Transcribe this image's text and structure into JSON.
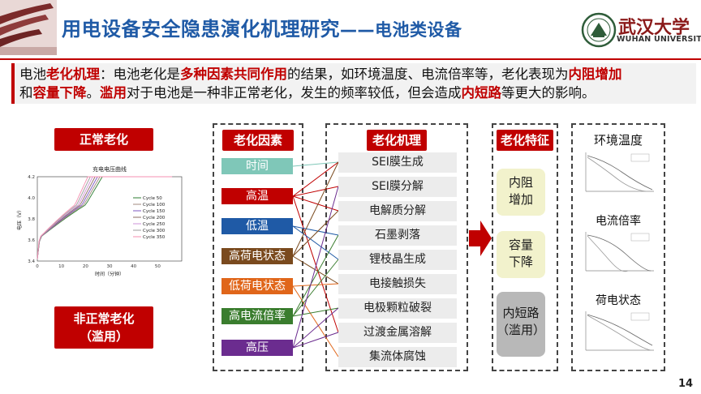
{
  "header": {
    "title_main": "用电设备安全隐患演化机理研究",
    "title_sub": "——电池类设备",
    "logo_cn": "武汉大学",
    "logo_en": "WUHAN UNIVERSITY"
  },
  "intro": {
    "p1": "电池",
    "p2": "老化机理",
    "p3": "：电池老化是",
    "p4": "多种因素共同作用",
    "p5": "的结果，如环境温度、电流倍率等，老化表现为",
    "p6": "内阻增加",
    "p7": "和",
    "p8": "容量下降",
    "p9": "。",
    "p10": "滥用",
    "p11": "对于电池是一种非正常老化，发生的频率较低，但会造成",
    "p12": "内短路",
    "p13": "等更大的影响。"
  },
  "labels": {
    "normal": "正常老化",
    "abnormal_1": "非正常老化",
    "abnormal_2": "（滥用）"
  },
  "chart_data": {
    "type": "line",
    "title": "充电电压曲线",
    "xlabel": "时间（分钟）",
    "ylabel": "电压（V）",
    "xlim": [
      0,
      60
    ],
    "ylim": [
      3.4,
      4.2
    ],
    "xticks": [
      "0",
      "10",
      "20",
      "30",
      "40",
      "50"
    ],
    "yticks": [
      "3.4",
      "3.6",
      "3.8",
      "4.0",
      "4.2"
    ],
    "legend_position": "right",
    "series": [
      {
        "name": "Cycle 50",
        "color": "#2e7d32",
        "end_x": 27
      },
      {
        "name": "Cycle 100",
        "color": "#a1887f",
        "end_x": 26
      },
      {
        "name": "Cycle 150",
        "color": "#7e57c2",
        "end_x": 25
      },
      {
        "name": "Cycle 200",
        "color": "#8d6e63",
        "end_x": 24
      },
      {
        "name": "Cycle 250",
        "color": "#ce93d8",
        "end_x": 23
      },
      {
        "name": "Cycle 300",
        "color": "#9e9e9e",
        "end_x": 22
      },
      {
        "name": "Cycle 350",
        "color": "#f48fb1",
        "end_x": 21
      }
    ]
  },
  "columns": {
    "factors_header": "老化因素",
    "mech_header": "老化机理",
    "feat_header": "老化特征",
    "effect_header": "环境温度"
  },
  "factors": [
    {
      "label": "时间",
      "color": "#7fc7b8"
    },
    {
      "label": "高温",
      "color": "#c00000"
    },
    {
      "label": "低温",
      "color": "#1f5aa6"
    },
    {
      "label": "高荷电状态",
      "color": "#7a4a1e"
    },
    {
      "label": "低荷电状态",
      "color": "#e0661a"
    },
    {
      "label": "高电流倍率",
      "color": "#3a7d2e"
    },
    {
      "label": "高压",
      "color": "#6b2c8f"
    }
  ],
  "mechanisms": [
    "SEI膜生成",
    "SEI膜分解",
    "电解质分解",
    "石墨剥落",
    "锂枝晶生成",
    "电接触损失",
    "电极颗粒破裂",
    "过渡金属溶解",
    "集流体腐蚀"
  ],
  "features": [
    {
      "line1": "内阻",
      "line2": "增加",
      "color": "#f2f2cc"
    },
    {
      "line1": "容量",
      "line2": "下降",
      "color": "#f2f2cc"
    },
    {
      "line1": "内短路",
      "line2": "（滥用）",
      "color": "#b8b8b8"
    }
  ],
  "effects": {
    "e2": "电流倍率",
    "e3": "荷电状态"
  },
  "page_number": "14"
}
